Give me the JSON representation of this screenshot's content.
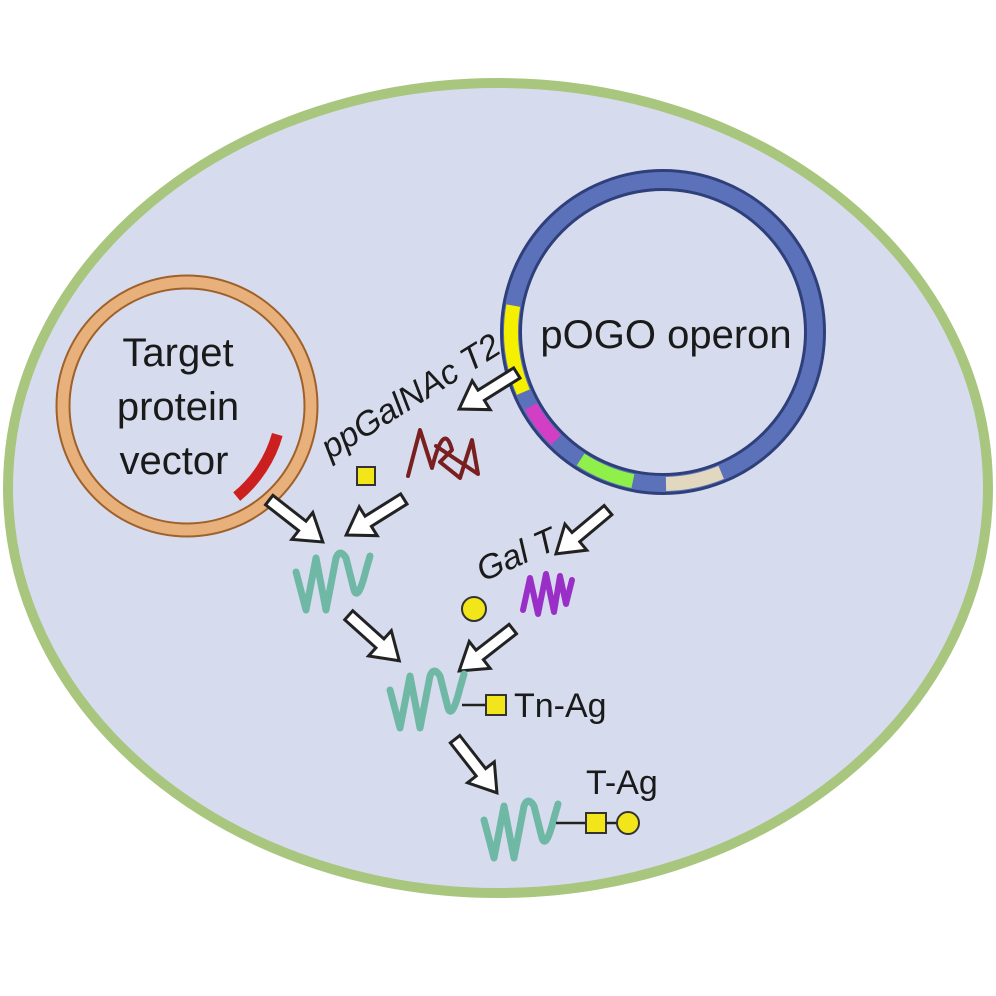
{
  "labels": {
    "target_vector": [
      "Target",
      "protein",
      "vector"
    ],
    "operon": "pOGO operon",
    "enzyme1": "ppGalNAc T2",
    "enzyme2": "Gal T",
    "product1": "Tn-Ag",
    "product2": "T-Ag"
  },
  "colors": {
    "cell_fill": "#d6dced",
    "cell_border": "#a9c67e",
    "vector_ring": "#e8b07a",
    "vector_ring_edge": "#a0602a",
    "vector_insert": "#cc2020",
    "operon_ring": "#5b72bb",
    "operon_edge": "#2f3f7a",
    "segment_yellow": "#f5f000",
    "segment_magenta": "#d23ec4",
    "segment_green": "#8ff04a",
    "segment_beige": "#e2d7bf",
    "protein": "#6fb8a6",
    "enzyme1": "#7a1f1f",
    "enzyme2": "#9a2fc8",
    "galnac": "#f2e61a",
    "gal": "#f2e61a"
  },
  "icons": {
    "galnac": "yellow-square-icon",
    "gal": "yellow-circle-icon",
    "arrow": "hollow-arrow-icon"
  }
}
